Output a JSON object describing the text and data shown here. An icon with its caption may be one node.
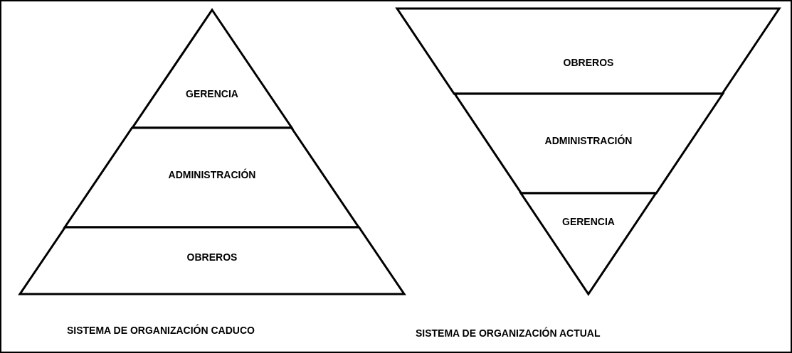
{
  "diagram": {
    "nodes": [
      {
        "text": [
          "GERENCIA"
        ]
      },
      {
        "text": [
          "ADMINISTRACIÓN"
        ]
      },
      {
        "text": [
          "OBREROS"
        ]
      },
      {
        "text": [
          "OBREROS"
        ]
      },
      {
        "text": [
          "ADMINISTRACIÓN"
        ]
      },
      {
        "text": [
          "GERENCIA"
        ]
      }
    ],
    "labels": [
      "SISTEMA DE ORGANIZACIÓN CADUCO",
      "SISTEMA DE ORGANIZACIÓN ACTUAL"
    ]
  }
}
